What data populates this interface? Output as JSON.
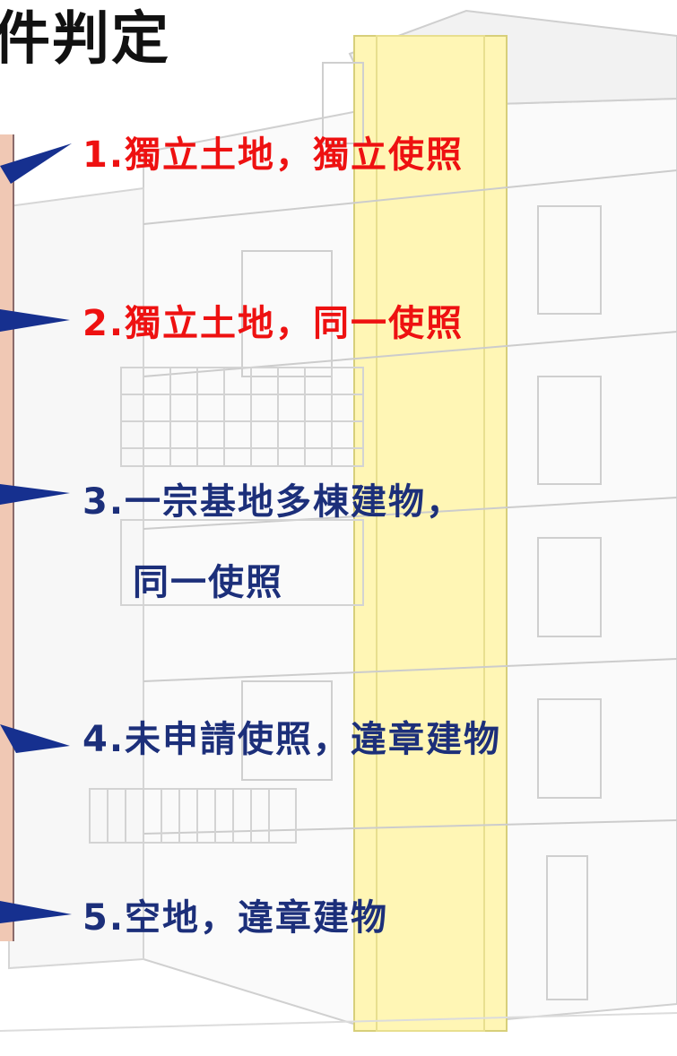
{
  "title": "件判定",
  "colors": {
    "red": "#ee1111",
    "blue": "#1c2f7a",
    "arrow": "#16308f",
    "building_line": "#cfcfcf",
    "building_yellow": "#fff6b5"
  },
  "items": [
    {
      "prefix": "1.",
      "text": "獨立土地，獨立使照",
      "color": "red"
    },
    {
      "prefix": "2.",
      "text": "獨立土地，同一使照",
      "color": "red"
    },
    {
      "prefix": "3.",
      "text": "一宗基地多棟建物，",
      "color": "blue"
    },
    {
      "prefix": "",
      "text": "同一使照",
      "color": "blue"
    },
    {
      "prefix": "4.",
      "text": "未申請使照，違章建物",
      "color": "blue"
    },
    {
      "prefix": "5.",
      "text": "空地，違章建物",
      "color": "blue"
    }
  ],
  "icons": {
    "arrow": "arrow-right-icon",
    "building": "building-illustration",
    "map": "map-fragment"
  }
}
